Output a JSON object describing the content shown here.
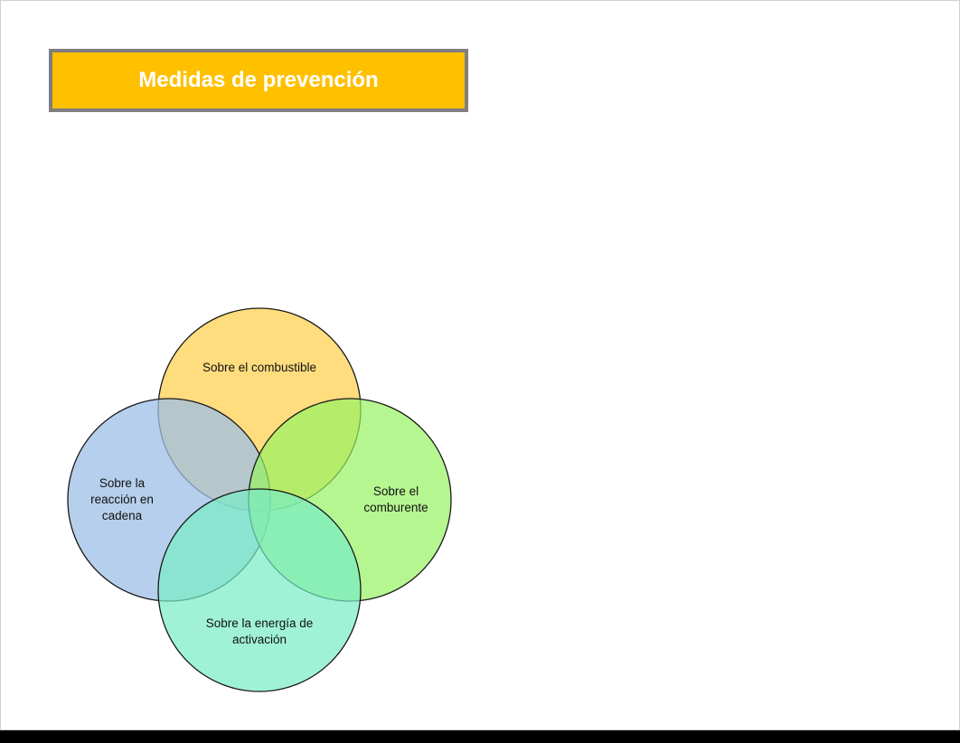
{
  "title": "Medidas de prevención",
  "diagram": {
    "circles": [
      {
        "label": "Sobre el combustible",
        "color": "#ffd45e"
      },
      {
        "label": "Sobre la reacción en cadena",
        "color": "#9dbfe6"
      },
      {
        "label": "Sobre el comburente",
        "color": "#96f262"
      },
      {
        "label": "Sobre la energía de activación",
        "color": "#78ecc4"
      }
    ]
  }
}
